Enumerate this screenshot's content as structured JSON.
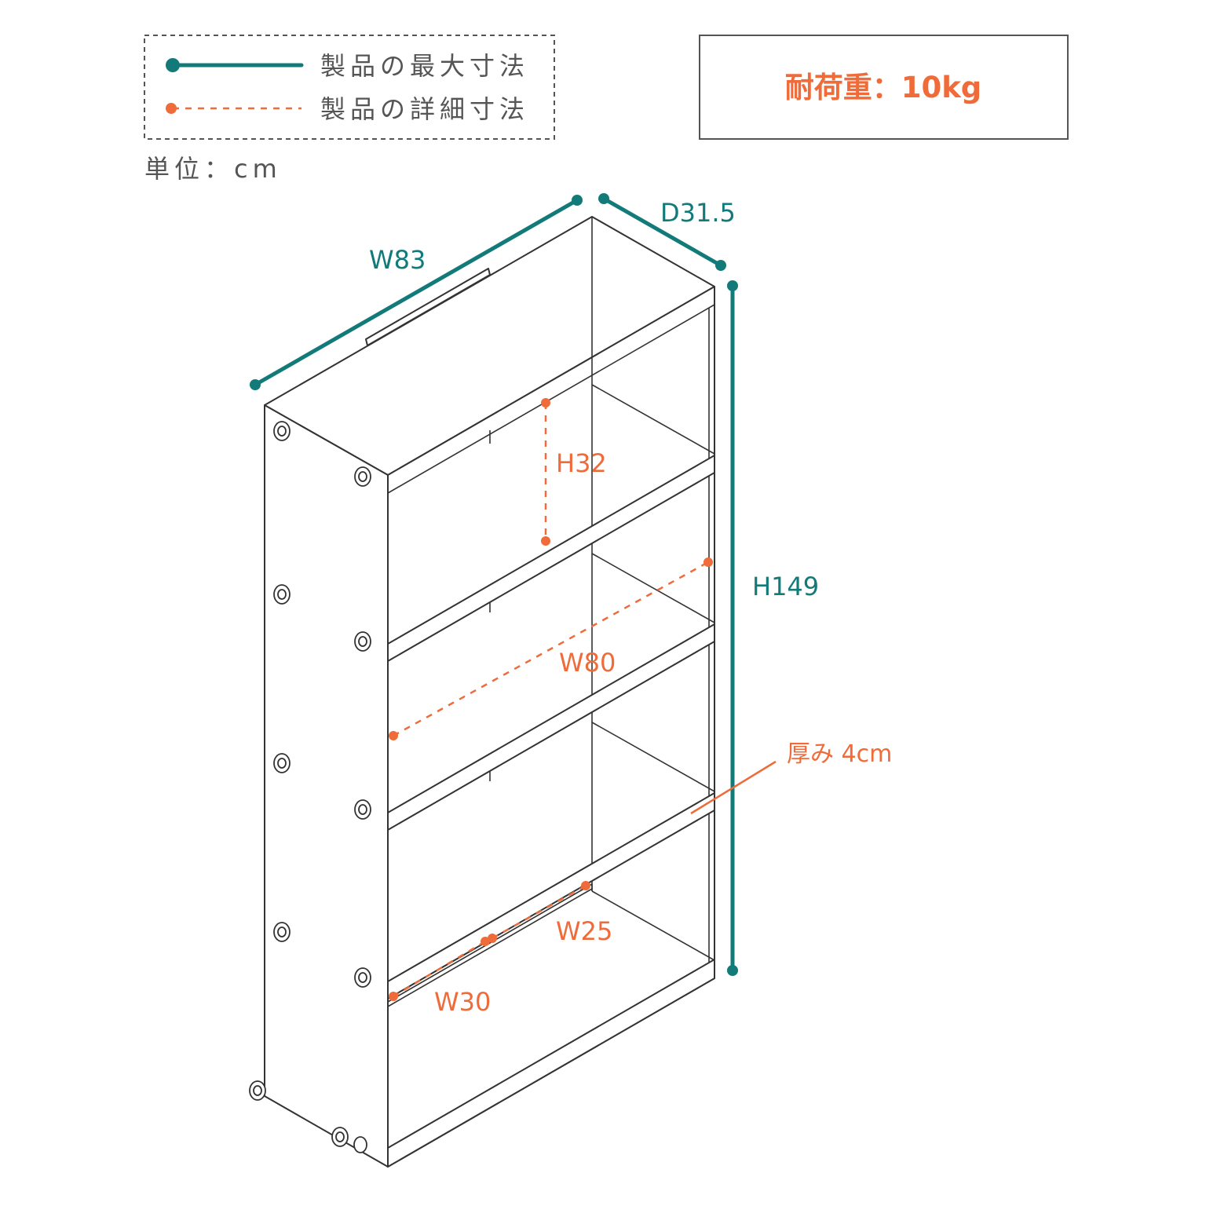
{
  "legend": {
    "max_dimension_label": "製品の最大寸法",
    "detail_dimension_label": "製品の詳細寸法"
  },
  "unit": "単位：cm",
  "load_capacity": "耐荷重：10kg",
  "dimensions": {
    "width": "W83",
    "depth": "D31.5",
    "height": "H149",
    "shelf_height": "H32",
    "inner_width": "W80",
    "divider_width_25": "W25",
    "divider_width_30": "W30",
    "thickness": "厚み 4cm"
  },
  "colors": {
    "max_dimension": "#127a78",
    "detail_dimension": "#f06b3a",
    "outline": "#333333"
  }
}
